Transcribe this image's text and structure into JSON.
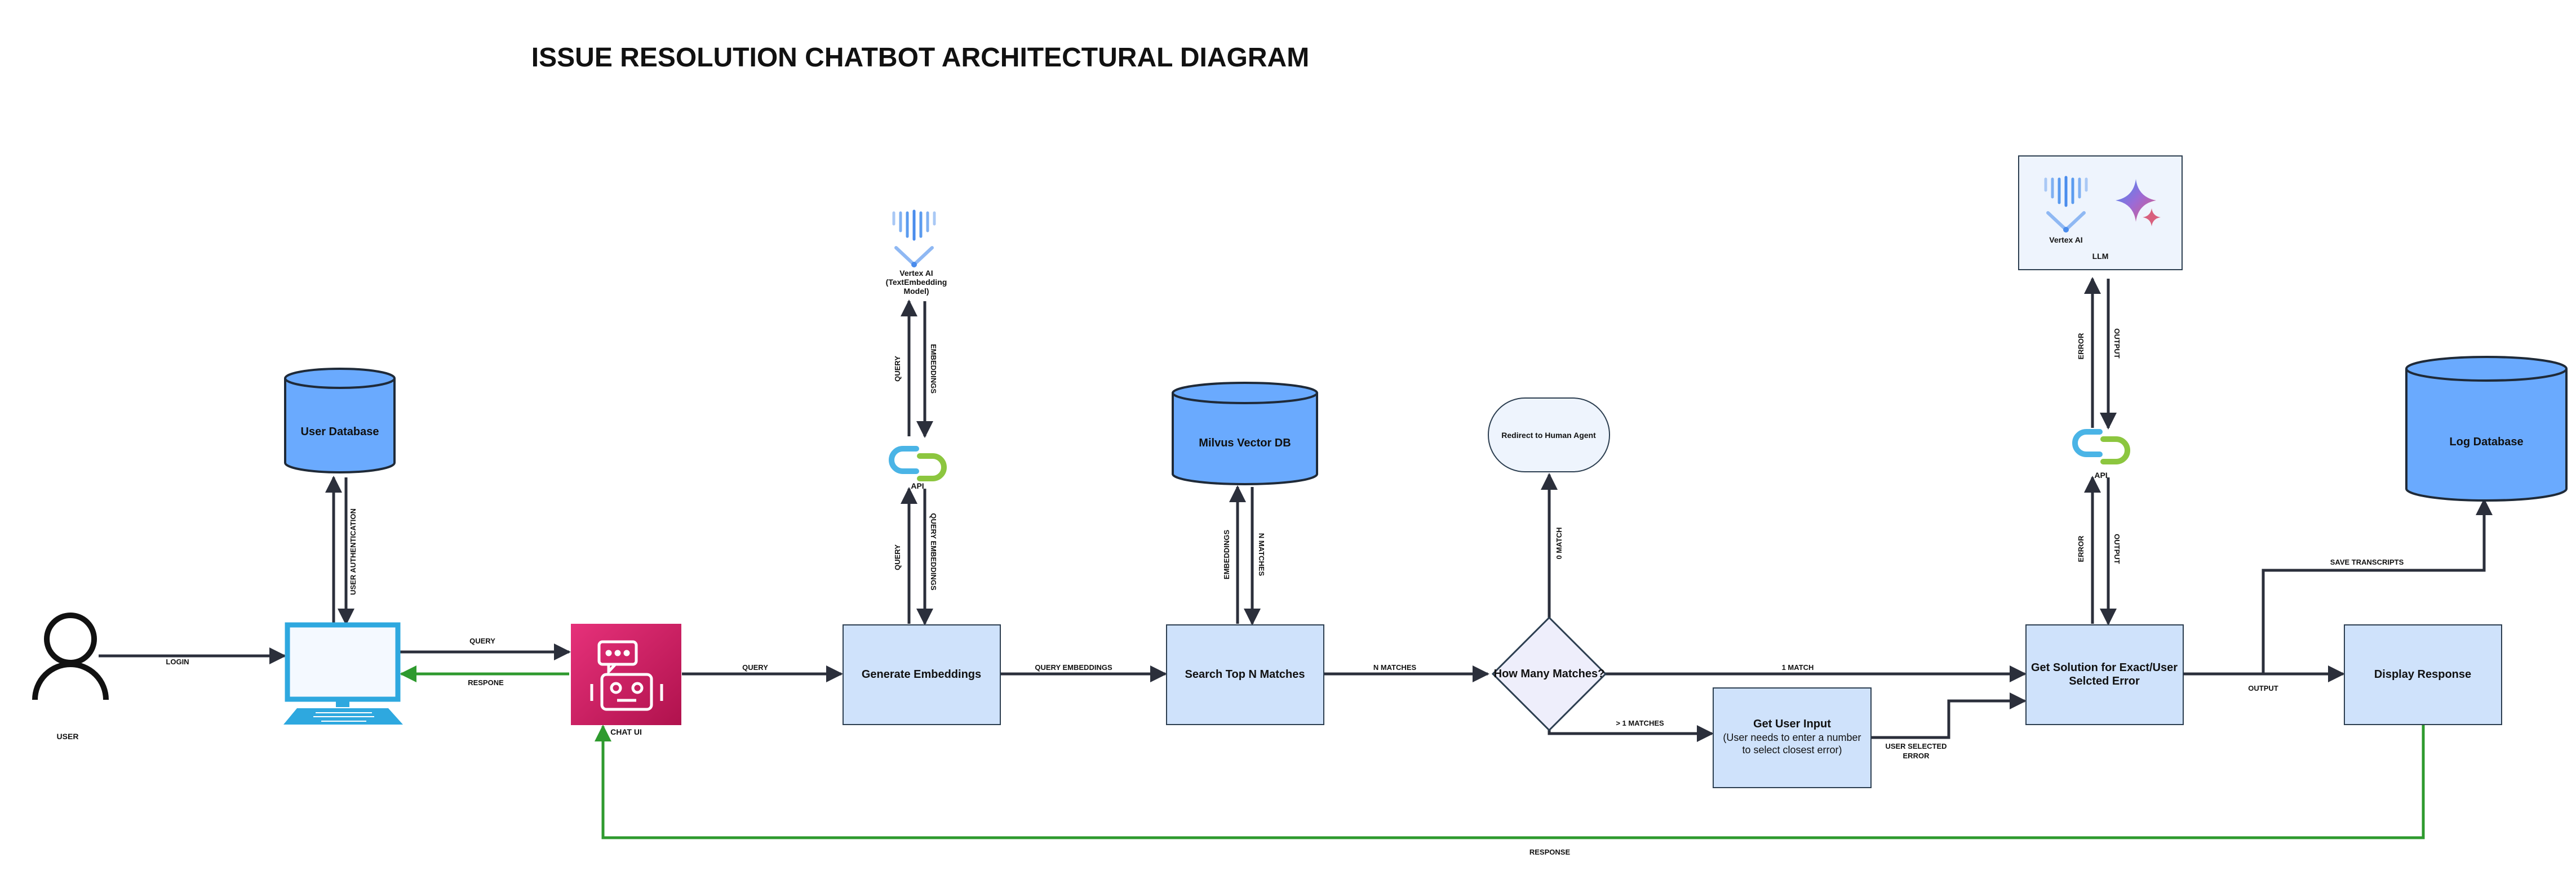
{
  "title": "ISSUE RESOLUTION CHATBOT ARCHITECTURAL DIAGRAM",
  "colors": {
    "box_fill": "#cfe2fb",
    "box_stroke": "#2c3e50",
    "db_fill": "#6aaafe",
    "green": "#2e9a2e",
    "arrow": "#2b2f3b",
    "chat_ui": "#d81b60",
    "monitor": "#2ea8df"
  },
  "nodes": {
    "user": "USER",
    "user_database": "User Database",
    "chat_ui": "CHAT UI",
    "vertex_embedding": [
      "Vertex AI",
      "(TextEmbedding",
      "Model)"
    ],
    "api_left": "API",
    "generate_embeddings": "Generate Embeddings",
    "milvus": "Milvus Vector DB",
    "search_top_n": "Search Top N Matches",
    "redirect": "Redirect to Human Agent",
    "how_many": "How Many Matches?",
    "get_user_input_title": "Get User Input",
    "get_user_input_body": [
      "(User needs to enter a number",
      "to select closest error)"
    ],
    "vertex_llm": "Vertex AI",
    "llm": "LLM",
    "api_right": "API",
    "get_solution": [
      "Get Solution for Exact/User",
      "Selcted Error"
    ],
    "log_database": "Log Database",
    "display_response": "Display Response"
  },
  "edges": {
    "login": "LOGIN",
    "user_auth": "USER AUTHENTICATION",
    "query_to_chat": "QUERY",
    "respone": "RESPONE",
    "query_to_gen": "QUERY",
    "query_api_up": "QUERY",
    "embeddings_down": "EMBEDDINGS",
    "query_api_lower": "QUERY",
    "query_embeddings_down": "QUERY EMBEDDINGS",
    "query_embeddings": "QUERY EMBEDDINGS",
    "embeddings_up": "EMBEDDINGS",
    "n_matches_down": "N MATCHES",
    "n_matches": "N MATCHES",
    "zero_match": "0 MATCH",
    "one_match": "1 MATCH",
    "gt_one": "> 1 MATCHES",
    "user_selected": [
      "USER SELECTED",
      "ERROR"
    ],
    "error_upper": "ERROR",
    "output_upper": "OUTPUT",
    "error_lower": "ERROR",
    "output_lower": "OUTPUT",
    "output": "OUTPUT",
    "save_transcripts": "SAVE TRANSCRIPTS",
    "response_bottom": "RESPONSE"
  }
}
